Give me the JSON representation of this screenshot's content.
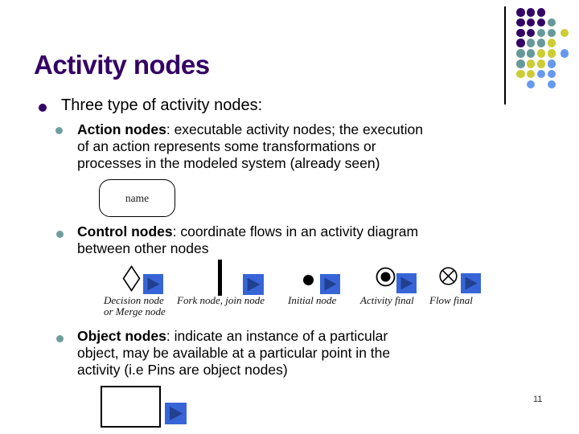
{
  "title": "Activity nodes",
  "page_number": "11",
  "intro_bullet": "Three type of activity nodes:",
  "bullets": [
    {
      "lead": "Action nodes",
      "rest": ": executable activity nodes; the execution\nof an action represents some transformations or\nprocesses in the modeled system (already seen)"
    },
    {
      "lead": "Control nodes",
      "rest": ": coordinate flows in an activity diagram\nbetween other nodes"
    },
    {
      "lead": "Object nodes",
      "rest": ": indicate an instance of a particular\nobject, may be available at a particular point in the\nactivity (i.e Pins are object nodes)"
    }
  ],
  "action_figure": {
    "label": "name"
  },
  "control_figures": [
    {
      "symbol": "diamond-icon",
      "label": "Decision node\nor Merge node"
    },
    {
      "symbol": "fork-bar-icon",
      "label": "Fork node, join node"
    },
    {
      "symbol": "initial-node-icon",
      "label": "Initial node"
    },
    {
      "symbol": "activity-final-icon",
      "label": "Activity final"
    },
    {
      "symbol": "flow-final-icon",
      "label": "Flow final"
    }
  ],
  "colors": {
    "title": "#330066",
    "bullet_level1": "#330066",
    "bullet_level2": "#6f9e9e",
    "play_square": "#3765d8",
    "play_triangle": "#21408f",
    "dot_purple": "#330066",
    "dot_teal": "#669999",
    "dot_yellow": "#cccc33",
    "dot_blue": "#6699ee"
  },
  "decoration": {
    "dot_rows": [
      "PPP",
      "PPPT",
      "PPTTY",
      "PTTY",
      "TTYYB",
      "TYYB",
      "YYBB",
      ".B.B"
    ]
  }
}
